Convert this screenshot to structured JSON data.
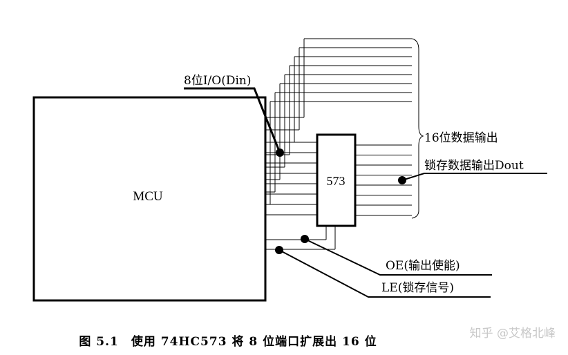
{
  "diagram": {
    "mcu_label": "MCU",
    "chip_label": "573",
    "din_label": "8位I/O(Din)",
    "out16_label": "16位数据输出",
    "dout_label": "锁存数据输出Dout",
    "oe_label": "OE(输出使能)",
    "le_label": "LE(锁存信号)"
  },
  "caption": "图 5.1　使用 74HC573 将 8 位端口扩展出 16 位",
  "watermark": "知乎 @艾格北峰"
}
